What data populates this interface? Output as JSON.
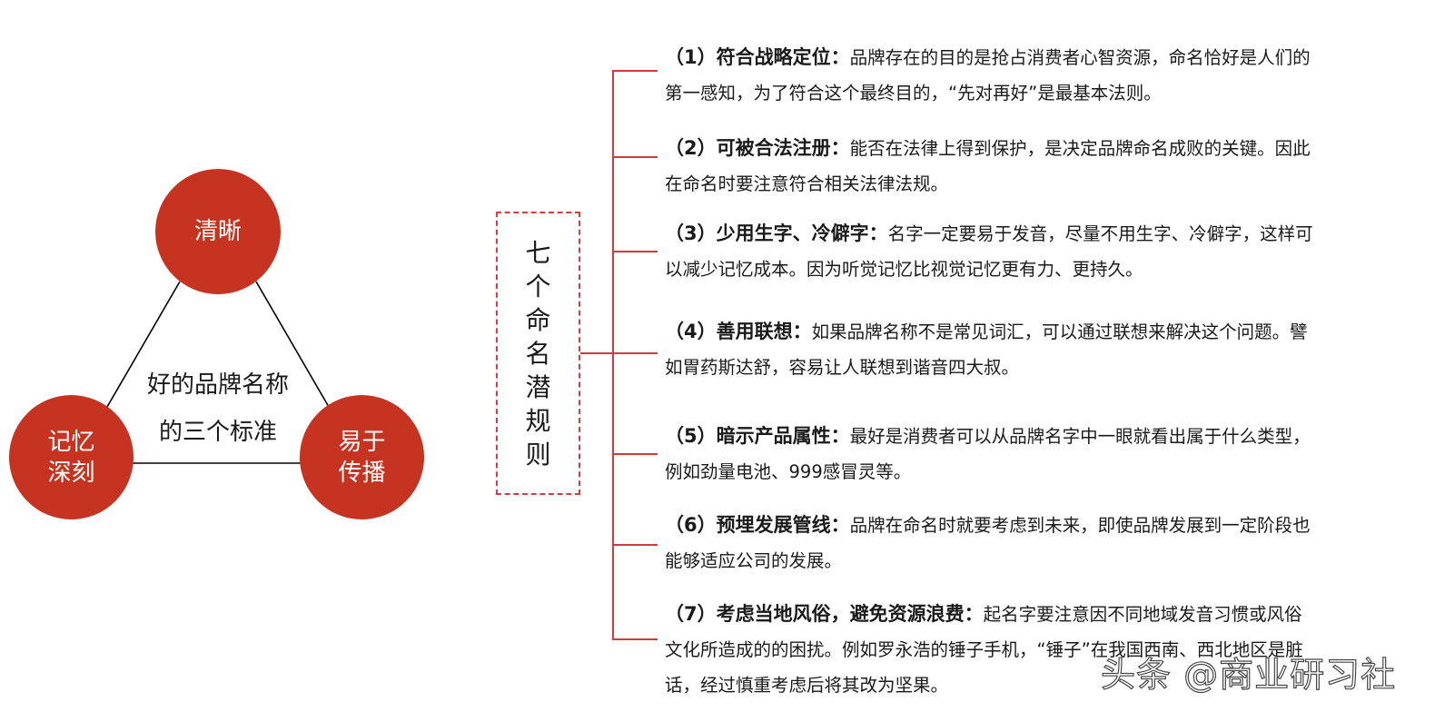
{
  "triangle": {
    "center_label_lines": [
      "好的品牌名称",
      "的三个标准"
    ],
    "nodes": [
      {
        "id": "top",
        "lines": [
          "清晰"
        ]
      },
      {
        "id": "left",
        "lines": [
          "记忆",
          "深刻"
        ]
      },
      {
        "id": "right",
        "lines": [
          "易于",
          "传播"
        ]
      }
    ],
    "node_color": "#C63421",
    "edge_color": "#000000"
  },
  "rules_box": {
    "title_chars": [
      "七",
      "个",
      "命",
      "名",
      "潜",
      "规",
      "则"
    ],
    "border_color": "#D04040"
  },
  "connector_color": "#D13B3B",
  "rules": [
    {
      "num": "（1）",
      "title": "符合战略定位",
      "colon": "：",
      "line1": "品牌存在的目的是抢占消费者心智资源，命名恰好是人们的",
      "rest": [
        "第一感知，为了符合这个最终目的，“先对再好”是最基本法则。"
      ]
    },
    {
      "num": "（2）",
      "title": "可被合法注册",
      "colon": "：",
      "line1": "能否在法律上得到保护，是决定品牌命名成败的关键。因此",
      "rest": [
        "在命名时要注意符合相关法律法规。"
      ]
    },
    {
      "num": "（3）",
      "title": "少用生字、冷僻字",
      "colon": "：",
      "line1": "名字一定要易于发音，尽量不用生字、冷僻字，这样可",
      "rest": [
        "以减少记忆成本。因为听觉记忆比视觉记忆更有力、更持久。"
      ]
    },
    {
      "num": "（4）",
      "title": "善用联想",
      "colon": "：",
      "line1": "如果品牌名称不是常见词汇，可以通过联想来解决这个问题。譬",
      "rest": [
        "如胃药斯达舒，容易让人联想到谐音四大叔。"
      ]
    },
    {
      "num": "（5）",
      "title": "暗示产品属性",
      "colon": "：",
      "line1": "最好是消费者可以从品牌名字中一眼就看出属于什么类型，",
      "rest": [
        "例如劲量电池、999感冒灵等。"
      ]
    },
    {
      "num": "（6）",
      "title": "预埋发展管线",
      "colon": "：",
      "line1": "品牌在命名时就要考虑到未来，即使品牌发展到一定阶段也",
      "rest": [
        "能够适应公司的发展。"
      ]
    },
    {
      "num": "（7）",
      "title": "考虑当地风俗，避免资源浪费",
      "colon": "：",
      "line1": "起名字要注意因不同地域发音习惯或风俗",
      "rest": [
        "文化所造成的的困扰。例如罗永浩的锤子手机，“锤子”在我国西南、西北地区是脏",
        "话，经过慎重考虑后将其改为坚果。"
      ]
    }
  ],
  "watermark": "头条 @商业研习社"
}
